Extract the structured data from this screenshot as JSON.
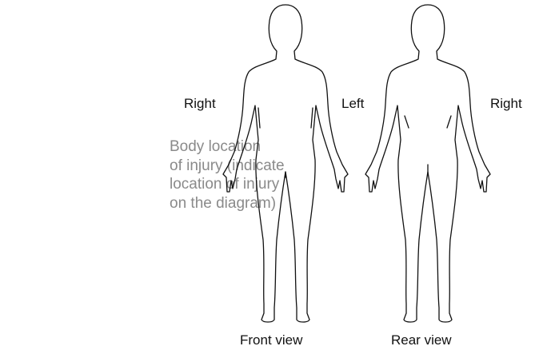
{
  "prompt_lines": [
    "Body location",
    "of injury (indicate",
    "location of injury",
    "on the diagram)"
  ],
  "front": {
    "right_label": "Right",
    "left_label": "Left",
    "caption": "Front view"
  },
  "rear": {
    "right_label": "Right",
    "caption": "Rear view"
  }
}
